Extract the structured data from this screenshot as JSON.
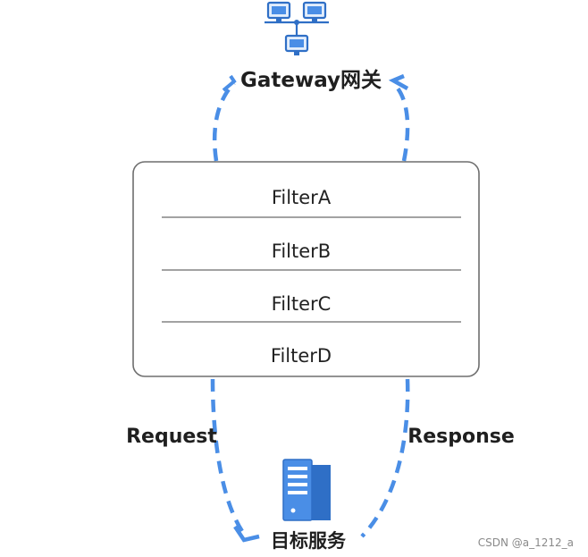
{
  "diagram": {
    "gateway_label": "Gateway网关",
    "target_label": "目标服务",
    "request_label": "Request",
    "response_label": "Response",
    "filters": [
      "FilterA",
      "FilterB",
      "FilterC",
      "FilterD"
    ],
    "watermark": "CSDN @a_1212_a",
    "colors": {
      "accent": "#4a8ee6",
      "accent_dark": "#2f6fc6",
      "accent_light": "#e3eefc",
      "box_border": "#6e6e6e",
      "divider": "#6a6a6a",
      "text": "#1f1f1f"
    },
    "icons": {
      "gateway": "network-computers-icon",
      "target": "server-icon"
    }
  }
}
